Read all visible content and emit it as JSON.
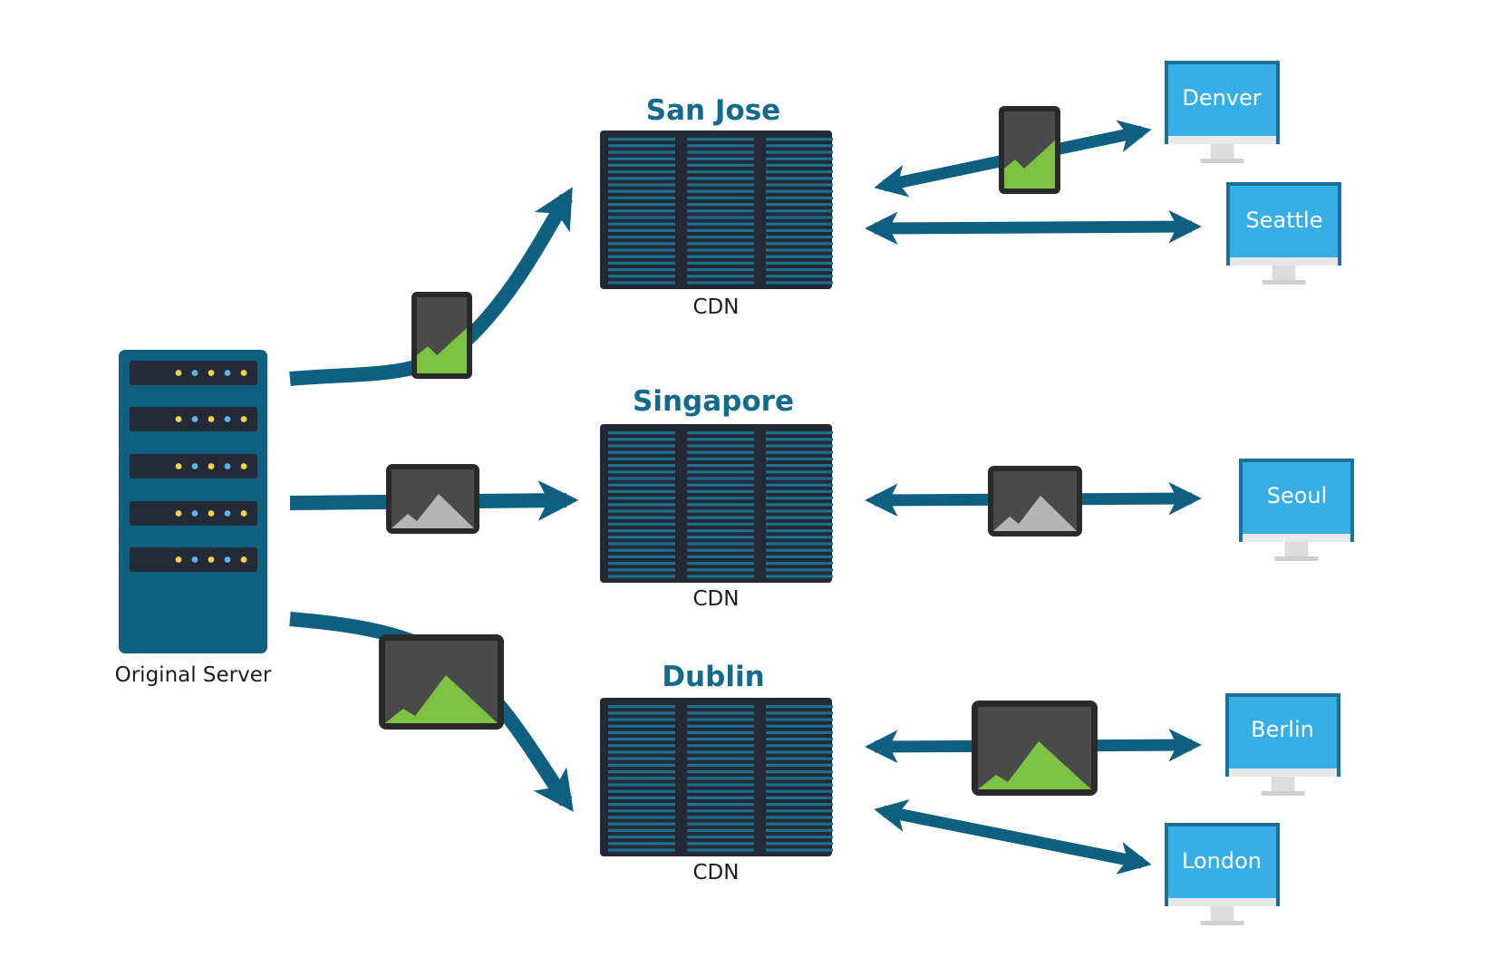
{
  "colors": {
    "primary": "#0f5f80",
    "title": "#136a8a",
    "rack_dark": "#232a35",
    "rack_stripe": "#1f6e92",
    "led_yellow": "#f5d34a",
    "led_blue": "#5fb3e6",
    "monitor_screen": "#38aee6",
    "monitor_frame": "#1e6f9c",
    "monitor_stand": "#dcdcdc",
    "image_bg": "#4a4a4a",
    "mountain_green": "#7dc242",
    "mountain_gray": "#b5b5b5"
  },
  "origin": {
    "label": "Original Server"
  },
  "cdns": [
    {
      "title": "San Jose",
      "label": "CDN"
    },
    {
      "title": "Singapore",
      "label": "CDN"
    },
    {
      "title": "Dublin",
      "label": "CDN"
    }
  ],
  "clients": [
    {
      "label": "Denver"
    },
    {
      "label": "Seattle"
    },
    {
      "label": "Seoul"
    },
    {
      "label": "Berlin"
    },
    {
      "label": "London"
    }
  ],
  "icons": {
    "payload_small": "image-green-mountain-icon",
    "payload_medium": "image-gray-mountain-icon",
    "payload_large": "image-green-mountain-icon"
  }
}
